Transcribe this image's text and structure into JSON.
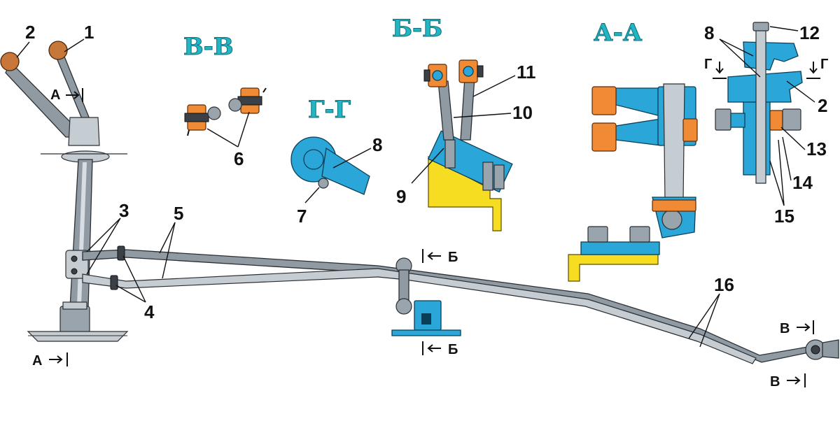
{
  "sections": {
    "v_v": "В-В",
    "b_b": "Б-Б",
    "g_g": "Г-Г",
    "a_a": "А-А"
  },
  "markers": {
    "a": "А",
    "b": "Б",
    "v": "В",
    "g": "Г"
  },
  "callouts": [
    "1",
    "2",
    "3",
    "4",
    "5",
    "6",
    "7",
    "8",
    "9",
    "10",
    "11",
    "12",
    "13",
    "14",
    "15",
    "16"
  ],
  "colors": {
    "section_title": "#23b5c4",
    "part_blue": "#2aa7d8",
    "part_orange": "#f08a34",
    "part_yellow": "#f7dd22",
    "rod_grey": "#8f9aa3",
    "knob": "#c8773a"
  }
}
